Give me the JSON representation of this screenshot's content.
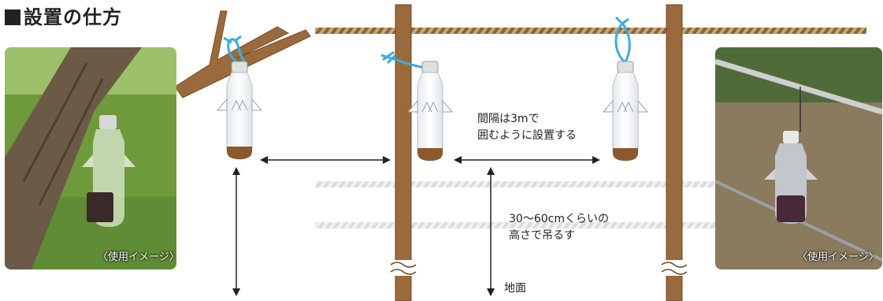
{
  "title": "設置の仕方",
  "photo_left": {
    "caption": "〈使用イメージ〉"
  },
  "photo_right": {
    "caption": "〈使用イメージ〉"
  },
  "labels": {
    "spacing_line1": "間隔は3mで",
    "spacing_line2": "囲むように設置する",
    "height_line1": "30～60cmくらいの",
    "height_line2": "高さで吊るす",
    "ground": "地面"
  },
  "colors": {
    "post": "#9b6a3c",
    "rope": "#a67c4a",
    "rope_faint": "#e3e3e3",
    "string": "#3aaedf",
    "bait": "#8a5a2c",
    "arrow": "#222222"
  }
}
